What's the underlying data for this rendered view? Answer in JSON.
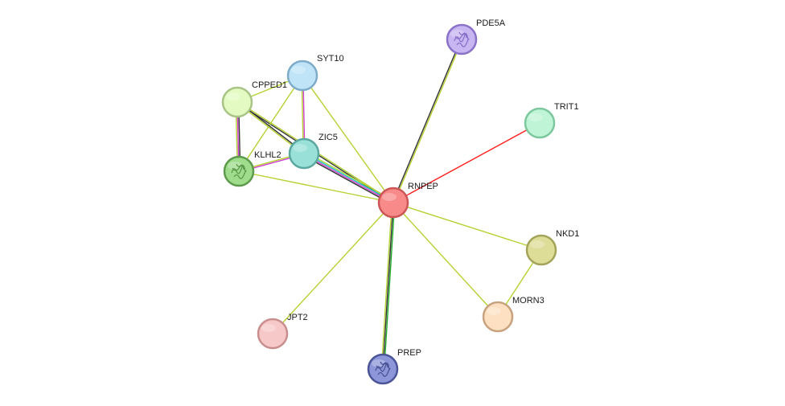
{
  "network": {
    "nodes": [
      {
        "id": "RNPEP",
        "label": "RNPEP",
        "fill": "#f88a8a",
        "stroke": "#cc5555",
        "icon": "none"
      },
      {
        "id": "PDE5A",
        "label": "PDE5A",
        "fill": "#c8b6f2",
        "stroke": "#8a72c8",
        "icon": "protein-structure"
      },
      {
        "id": "TRIT1",
        "label": "TRIT1",
        "fill": "#bff5d6",
        "stroke": "#7cc79e",
        "icon": "none"
      },
      {
        "id": "SYT10",
        "label": "SYT10",
        "fill": "#bfe4f8",
        "stroke": "#7eabc8",
        "icon": "none"
      },
      {
        "id": "CPPED1",
        "label": "CPPED1",
        "fill": "#e3fbc2",
        "stroke": "#a8c486",
        "icon": "none"
      },
      {
        "id": "ZIC5",
        "label": "ZIC5",
        "fill": "#98e0d8",
        "stroke": "#5aa89f",
        "icon": "none"
      },
      {
        "id": "KLHL2",
        "label": "KLHL2",
        "fill": "#9fdc8c",
        "stroke": "#5e9a4c",
        "icon": "protein-structure"
      },
      {
        "id": "NKD1",
        "label": "NKD1",
        "fill": "#dedd98",
        "stroke": "#a4a35a",
        "icon": "none"
      },
      {
        "id": "MORN3",
        "label": "MORN3",
        "fill": "#fde0c2",
        "stroke": "#c8a27e",
        "icon": "none"
      },
      {
        "id": "JPT2",
        "label": "JPT2",
        "fill": "#f7c8c8",
        "stroke": "#c88e8e",
        "icon": "none"
      },
      {
        "id": "PREP",
        "label": "PREP",
        "fill": "#8c96d8",
        "stroke": "#4a5496",
        "icon": "protein-structure"
      }
    ],
    "edges": [
      {
        "source": "RNPEP",
        "target": "PDE5A",
        "evidence": [
          "coexpression",
          "textmining"
        ]
      },
      {
        "source": "RNPEP",
        "target": "TRIT1",
        "evidence": [
          "fusion"
        ]
      },
      {
        "source": "RNPEP",
        "target": "SYT10",
        "evidence": [
          "textmining"
        ]
      },
      {
        "source": "RNPEP",
        "target": "CPPED1",
        "evidence": [
          "coexpression",
          "textmining"
        ]
      },
      {
        "source": "RNPEP",
        "target": "ZIC5",
        "evidence": [
          "coexpression",
          "experiments",
          "databases",
          "textmining"
        ]
      },
      {
        "source": "RNPEP",
        "target": "KLHL2",
        "evidence": [
          "textmining"
        ]
      },
      {
        "source": "RNPEP",
        "target": "NKD1",
        "evidence": [
          "textmining"
        ]
      },
      {
        "source": "RNPEP",
        "target": "MORN3",
        "evidence": [
          "textmining"
        ]
      },
      {
        "source": "RNPEP",
        "target": "JPT2",
        "evidence": [
          "textmining"
        ]
      },
      {
        "source": "RNPEP",
        "target": "PREP",
        "evidence": [
          "neighborhood",
          "coexpression",
          "textmining"
        ]
      },
      {
        "source": "SYT10",
        "target": "ZIC5",
        "evidence": [
          "experiments",
          "textmining"
        ]
      },
      {
        "source": "SYT10",
        "target": "CPPED1",
        "evidence": [
          "textmining"
        ]
      },
      {
        "source": "SYT10",
        "target": "KLHL2",
        "evidence": [
          "textmining"
        ]
      },
      {
        "source": "CPPED1",
        "target": "KLHL2",
        "evidence": [
          "coexpression",
          "experiments",
          "textmining"
        ]
      },
      {
        "source": "CPPED1",
        "target": "ZIC5",
        "evidence": [
          "coexpression",
          "textmining"
        ]
      },
      {
        "source": "ZIC5",
        "target": "KLHL2",
        "evidence": [
          "experiments",
          "textmining"
        ]
      },
      {
        "source": "NKD1",
        "target": "MORN3",
        "evidence": [
          "textmining"
        ]
      }
    ],
    "evidence_colors": {
      "neighborhood": "#1faa2a",
      "fusion": "#ff2020",
      "coexpression": "#333333",
      "experiments": "#d040d0",
      "databases": "#20c0c0",
      "textmining": "#b4d232"
    }
  }
}
